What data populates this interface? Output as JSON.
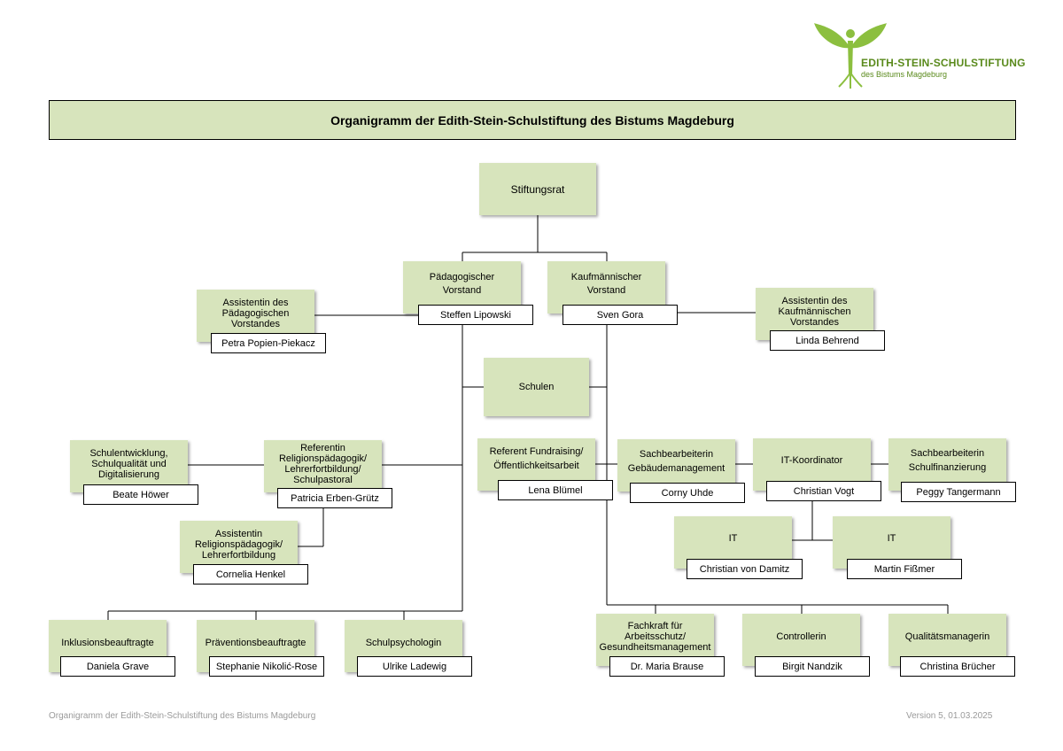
{
  "logo": {
    "name": "EDITH-STEIN-SCHULSTIFTUNG",
    "sub": "des Bistums Magdeburg",
    "color": "#8cbf3f"
  },
  "title": "Organigramm der Edith-Stein-Schulstiftung des Bistums Magdeburg",
  "colors": {
    "box_fill": "#d7e4bc",
    "line": "#000000"
  },
  "nodes": {
    "stiftungsrat": {
      "role": "Stiftungsrat"
    },
    "paed_vorstand": {
      "role": "Pädagogischer Vorstand",
      "person": "Steffen Lipowski"
    },
    "kauf_vorstand": {
      "role": "Kaufmännischer Vorstand",
      "person": "Sven Gora"
    },
    "assist_paed": {
      "role": "Assistentin des Pädagogischen Vorstandes",
      "person": "Petra Popien-Piekacz"
    },
    "assist_kauf": {
      "role": "Assistentin des Kaufmännischen Vorstandes",
      "person": "Linda Behrend"
    },
    "schulen": {
      "role": "Schulen"
    },
    "schulentwicklung": {
      "role": "Schulentwicklung, Schulqualität und Digitalisierung",
      "person": "Beate Höwer"
    },
    "referentin_religion": {
      "role": "Referentin Religionspädagogik/ Lehrerfortbildung/ Schulpastoral",
      "person": "Patricia Erben-Grütz"
    },
    "assist_religion": {
      "role": "Assistentin Religionspädagogik/ Lehrerfortbildung",
      "person": "Cornelia Henkel"
    },
    "inklusion": {
      "role": "Inklusionsbeauftragte",
      "person": "Daniela Grave"
    },
    "praevention": {
      "role": "Präventionsbeauftragte",
      "person": "Stephanie Nikolić-Rose"
    },
    "schulpsych": {
      "role": "Schulpsychologin",
      "person": "Ulrike Ladewig"
    },
    "fundraising": {
      "role": "Referent Fundraising/ Öffentlichkeitsarbeit",
      "person": "Lena Blümel"
    },
    "gebaeude": {
      "role": "Sachbearbeiterin Gebäudemanagement",
      "person": "Corny Uhde"
    },
    "it_koord": {
      "role": "IT-Koordinator",
      "person": "Christian Vogt"
    },
    "schulfinanz": {
      "role": "Sachbearbeiterin Schulfinanzierung",
      "person": "Peggy Tangermann"
    },
    "it1": {
      "role": "IT",
      "person": "Christian von Damitz"
    },
    "it2": {
      "role": "IT",
      "person": "Martin Fißmer"
    },
    "arbeitsschutz": {
      "role": "Fachkraft für Arbeitsschutz/ Gesundheitsmanagement",
      "person": "Dr. Maria Brause"
    },
    "controllerin": {
      "role": "Controllerin",
      "person": "Birgit Nandzik"
    },
    "qualitaet": {
      "role": "Qualitätsmanagerin",
      "person": "Christina Brücher"
    }
  },
  "footer": {
    "left": "Organigramm der Edith-Stein-Schulstiftung des Bistums Magdeburg",
    "right": "Version 5, 01.03.2025"
  }
}
